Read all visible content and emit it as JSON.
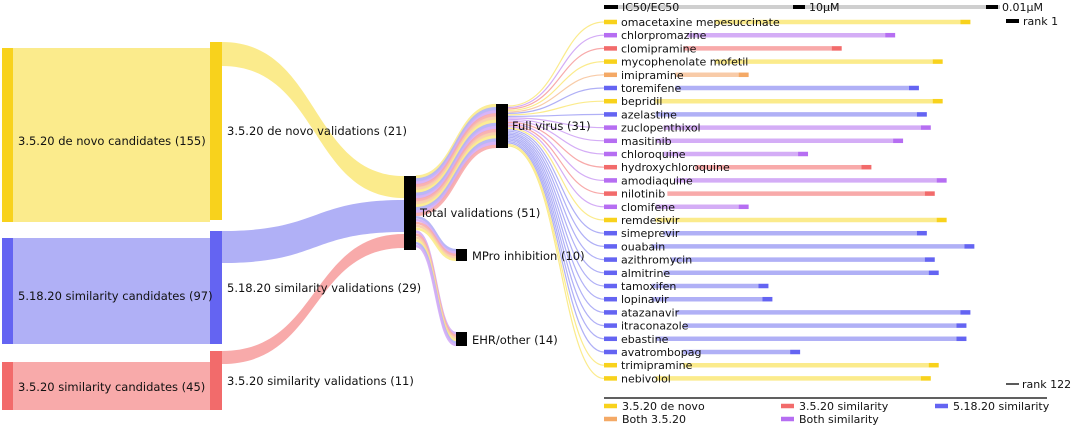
{
  "colors": {
    "denovo": "#f8d21c",
    "denovo_light": "#fbeb8c",
    "sim3520": "#f26b6b",
    "sim3520_light": "#f8aaaa",
    "sim51820": "#6464f2",
    "sim51820_light": "#b0b0f6",
    "both3520": "#f4a966",
    "both3520_light": "#f8cba8",
    "both": "#b66ef2",
    "both_light": "#d4adf6",
    "node": "#000000"
  },
  "nodes": {
    "denovo_candidates": "3.5.20 de novo candidates (155)",
    "sim51820_candidates": "5.18.20 similarity candidates (97)",
    "sim3520_candidates": "3.5.20 similarity candidates (45)",
    "denovo_validations": "3.5.20 de novo validations (21)",
    "sim51820_validations": "5.18.20 similarity validations (29)",
    "sim3520_validations": "3.5.20 similarity validations (11)",
    "total_validations": "Total validations (51)",
    "full_virus": "Full virus (31)",
    "mpro": "MPro inhibition (10)",
    "ehr": "EHR/other (14)"
  },
  "scale": {
    "label_ic50": "IC50/EC50",
    "label_10um": "10μM",
    "label_001um": "0.01μM",
    "rank_top": "rank 1",
    "rank_bottom": "rank 122"
  },
  "drugs": [
    {
      "name": "omacetaxine mepesuccinate",
      "group": "denovo",
      "start": 0.28,
      "end": 0.9
    },
    {
      "name": "chlorpromazine",
      "group": "both",
      "start": 0.21,
      "end": 0.71
    },
    {
      "name": "clomipramine",
      "group": "sim3520",
      "start": 0.2,
      "end": 0.575
    },
    {
      "name": "mycophenolate mofetil",
      "group": "denovo",
      "start": 0.28,
      "end": 0.83
    },
    {
      "name": "imipramine",
      "group": "both3520",
      "start": 0.18,
      "end": 0.34
    },
    {
      "name": "toremifene",
      "group": "sim51820",
      "start": 0.18,
      "end": 0.77
    },
    {
      "name": "bepridil",
      "group": "denovo",
      "start": 0.13,
      "end": 0.83
    },
    {
      "name": "azelastine",
      "group": "sim51820",
      "start": 0.13,
      "end": 0.79
    },
    {
      "name": "zuclopenthixol",
      "group": "both",
      "start": 0.15,
      "end": 0.8
    },
    {
      "name": "masitinib",
      "group": "both",
      "start": 0.13,
      "end": 0.73
    },
    {
      "name": "chloroquine",
      "group": "both",
      "start": 0.15,
      "end": 0.49
    },
    {
      "name": "hydroxychloroquine",
      "group": "sim3520",
      "start": 0.23,
      "end": 0.65
    },
    {
      "name": "amodiaquine",
      "group": "both",
      "start": 0.18,
      "end": 0.84
    },
    {
      "name": "nilotinib",
      "group": "sim3520",
      "start": 0.16,
      "end": 0.81
    },
    {
      "name": "clomifene",
      "group": "both",
      "start": 0.13,
      "end": 0.34
    },
    {
      "name": "remdesivir",
      "group": "denovo",
      "start": 0.13,
      "end": 0.84
    },
    {
      "name": "simeprevir",
      "group": "sim51820",
      "start": 0.15,
      "end": 0.79
    },
    {
      "name": "ouabain",
      "group": "sim51820",
      "start": 0.12,
      "end": 0.91
    },
    {
      "name": "azithromycin",
      "group": "sim51820",
      "start": 0.17,
      "end": 0.81
    },
    {
      "name": "almitrine",
      "group": "sim51820",
      "start": 0.15,
      "end": 0.82
    },
    {
      "name": "tamoxifen",
      "group": "sim51820",
      "start": 0.12,
      "end": 0.39
    },
    {
      "name": "lopinavir",
      "group": "sim51820",
      "start": 0.12,
      "end": 0.4
    },
    {
      "name": "atazanavir",
      "group": "sim51820",
      "start": 0.18,
      "end": 0.9
    },
    {
      "name": "itraconazole",
      "group": "sim51820",
      "start": 0.2,
      "end": 0.89
    },
    {
      "name": "ebastine",
      "group": "sim51820",
      "start": 0.13,
      "end": 0.89
    },
    {
      "name": "avatrombopag",
      "group": "sim51820",
      "start": 0.2,
      "end": 0.47
    },
    {
      "name": "trimipramine",
      "group": "denovo",
      "start": 0.2,
      "end": 0.82
    },
    {
      "name": "nebivolol",
      "group": "denovo",
      "start": 0.13,
      "end": 0.8
    }
  ],
  "legend": [
    {
      "label": "3.5.20 de novo",
      "group": "denovo"
    },
    {
      "label": "3.5.20 similarity",
      "group": "sim3520"
    },
    {
      "label": "5.18.20 similarity",
      "group": "sim51820"
    },
    {
      "label": "Both 3.5.20",
      "group": "both3520"
    },
    {
      "label": "Both similarity",
      "group": "both"
    }
  ]
}
